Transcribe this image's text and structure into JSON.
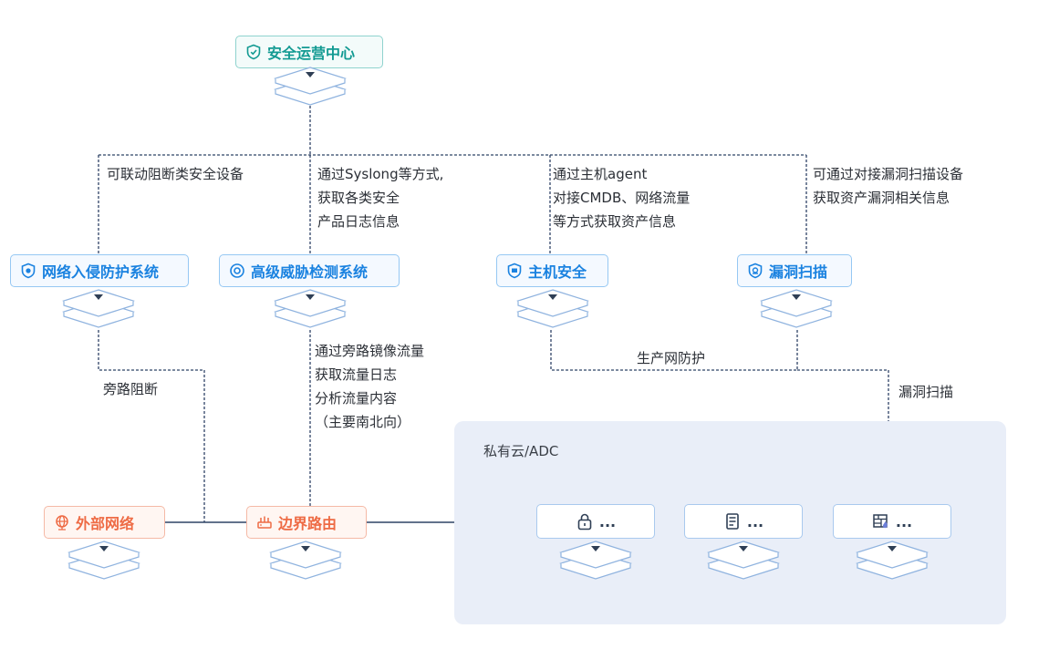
{
  "soc": {
    "label": "安全运营中心",
    "icon": "shield-check-icon"
  },
  "ips": {
    "label": "网络入侵防护系统",
    "icon": "shield-bug-icon"
  },
  "apt": {
    "label": "高级威胁检测系统",
    "icon": "target-icon"
  },
  "hids": {
    "label": "主机安全",
    "icon": "shield-host-icon"
  },
  "vuln": {
    "label": "漏洞扫描",
    "icon": "shield-scan-icon"
  },
  "external": {
    "label": "外部网络",
    "icon": "globe-icon"
  },
  "border": {
    "label": "边界路由",
    "icon": "router-icon"
  },
  "cloud": {
    "title": "私有云/ADC",
    "assets": [
      {
        "label": "...",
        "icon": "lock-icon"
      },
      {
        "label": "...",
        "icon": "server-icon"
      },
      {
        "label": "...",
        "icon": "firewall-icon"
      }
    ]
  },
  "notes": {
    "linkage": "可联动阻断类安全设备",
    "syslog": "通过Syslong等方式,\n获取各类安全\n产品日志信息",
    "agent": "通过主机agent\n对接CMDB、网络流量\n等方式获取资产信息",
    "scan_integration": "可通过对接漏洞扫描设备\n获取资产漏洞相关信息",
    "bypass_block": "旁路阻断",
    "mirror": "通过旁路镜像流量\n获取流量日志\n分析流量内容\n（主要南北向）",
    "prod_protect": "生产网防护",
    "vuln_scan": "漏洞扫描"
  },
  "colors": {
    "blue": "#1a82e0",
    "teal": "#129a92",
    "orange": "#ee6b45",
    "line": "#2f4366",
    "cloud_bg": "#e9eef8"
  }
}
